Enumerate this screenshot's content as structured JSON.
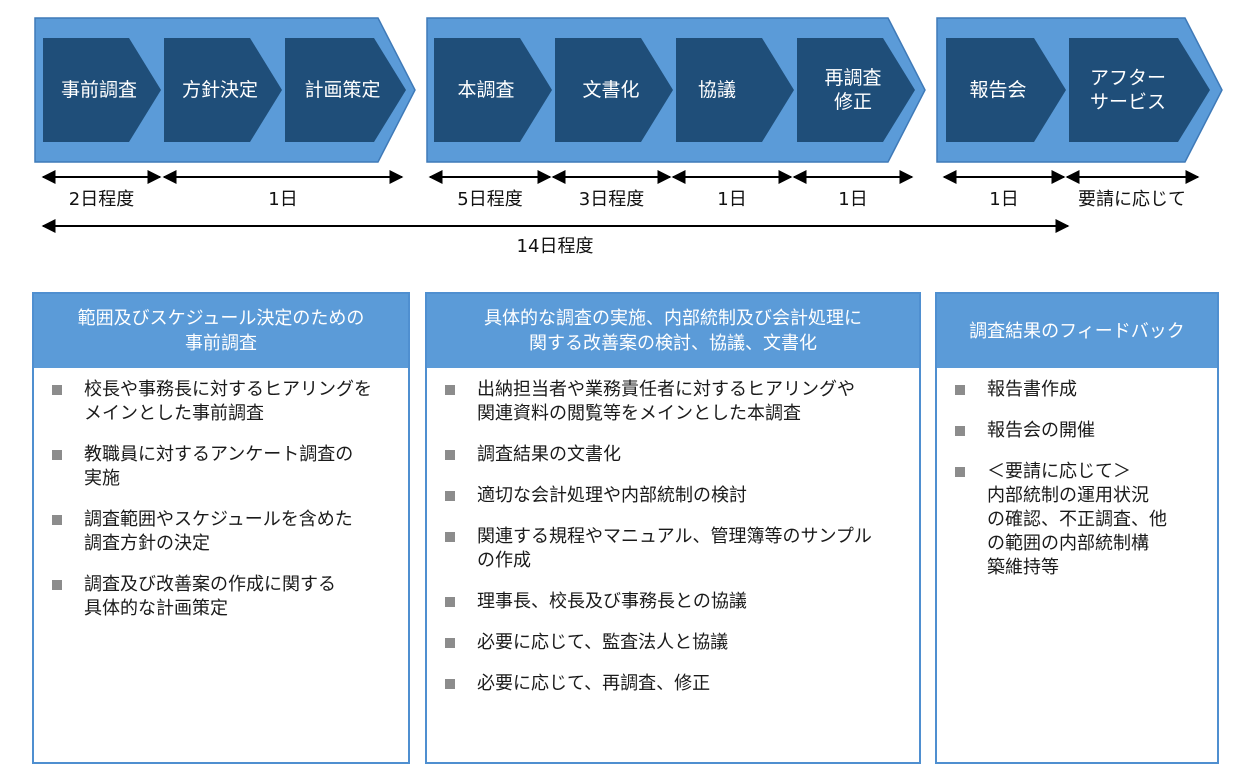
{
  "colors": {
    "phase_fill": "#5b9bd8",
    "step_fill": "#1f4e79",
    "panel_border": "#4f8fd0",
    "arrow": "#000000"
  },
  "steps": [
    "事前調査",
    "方針決定",
    "計画策定",
    "本調査",
    "文書化",
    "協議",
    "再調査\n修正",
    "報告会",
    "アフター\nサービス"
  ],
  "durations": [
    "2日程度",
    "1日",
    "5日程度",
    "3日程度",
    "1日",
    "1日",
    "1日",
    "要請に応じて"
  ],
  "total_duration": "14日程度",
  "panels": [
    {
      "title": "範囲及びスケジュール決定のための\n事前調査",
      "items": [
        "校長や事務長に対するヒアリングを\nメインとした事前調査",
        "教職員に対するアンケート調査の\n実施",
        "調査範囲やスケジュールを含めた\n調査方針の決定",
        "調査及び改善案の作成に関する\n具体的な計画策定"
      ]
    },
    {
      "title": "具体的な調査の実施、内部統制及び会計処理に\n関する改善案の検討、協議、文書化",
      "items": [
        "出納担当者や業務責任者に対するヒアリングや\n関連資料の閲覧等をメインとした本調査",
        "調査結果の文書化",
        "適切な会計処理や内部統制の検討",
        "関連する規程やマニュアル、管理簿等のサンプル\nの作成",
        "理事長、校長及び事務長との協議",
        "必要に応じて、監査法人と協議",
        "必要に応じて、再調査、修正"
      ]
    },
    {
      "title": "調査結果のフィードバック",
      "items": [
        "報告書作成",
        "報告会の開催",
        "＜要請に応じて＞\n内部統制の運用状況\nの確認、不正調査、他\nの範囲の内部統制構\n築維持等"
      ]
    }
  ]
}
